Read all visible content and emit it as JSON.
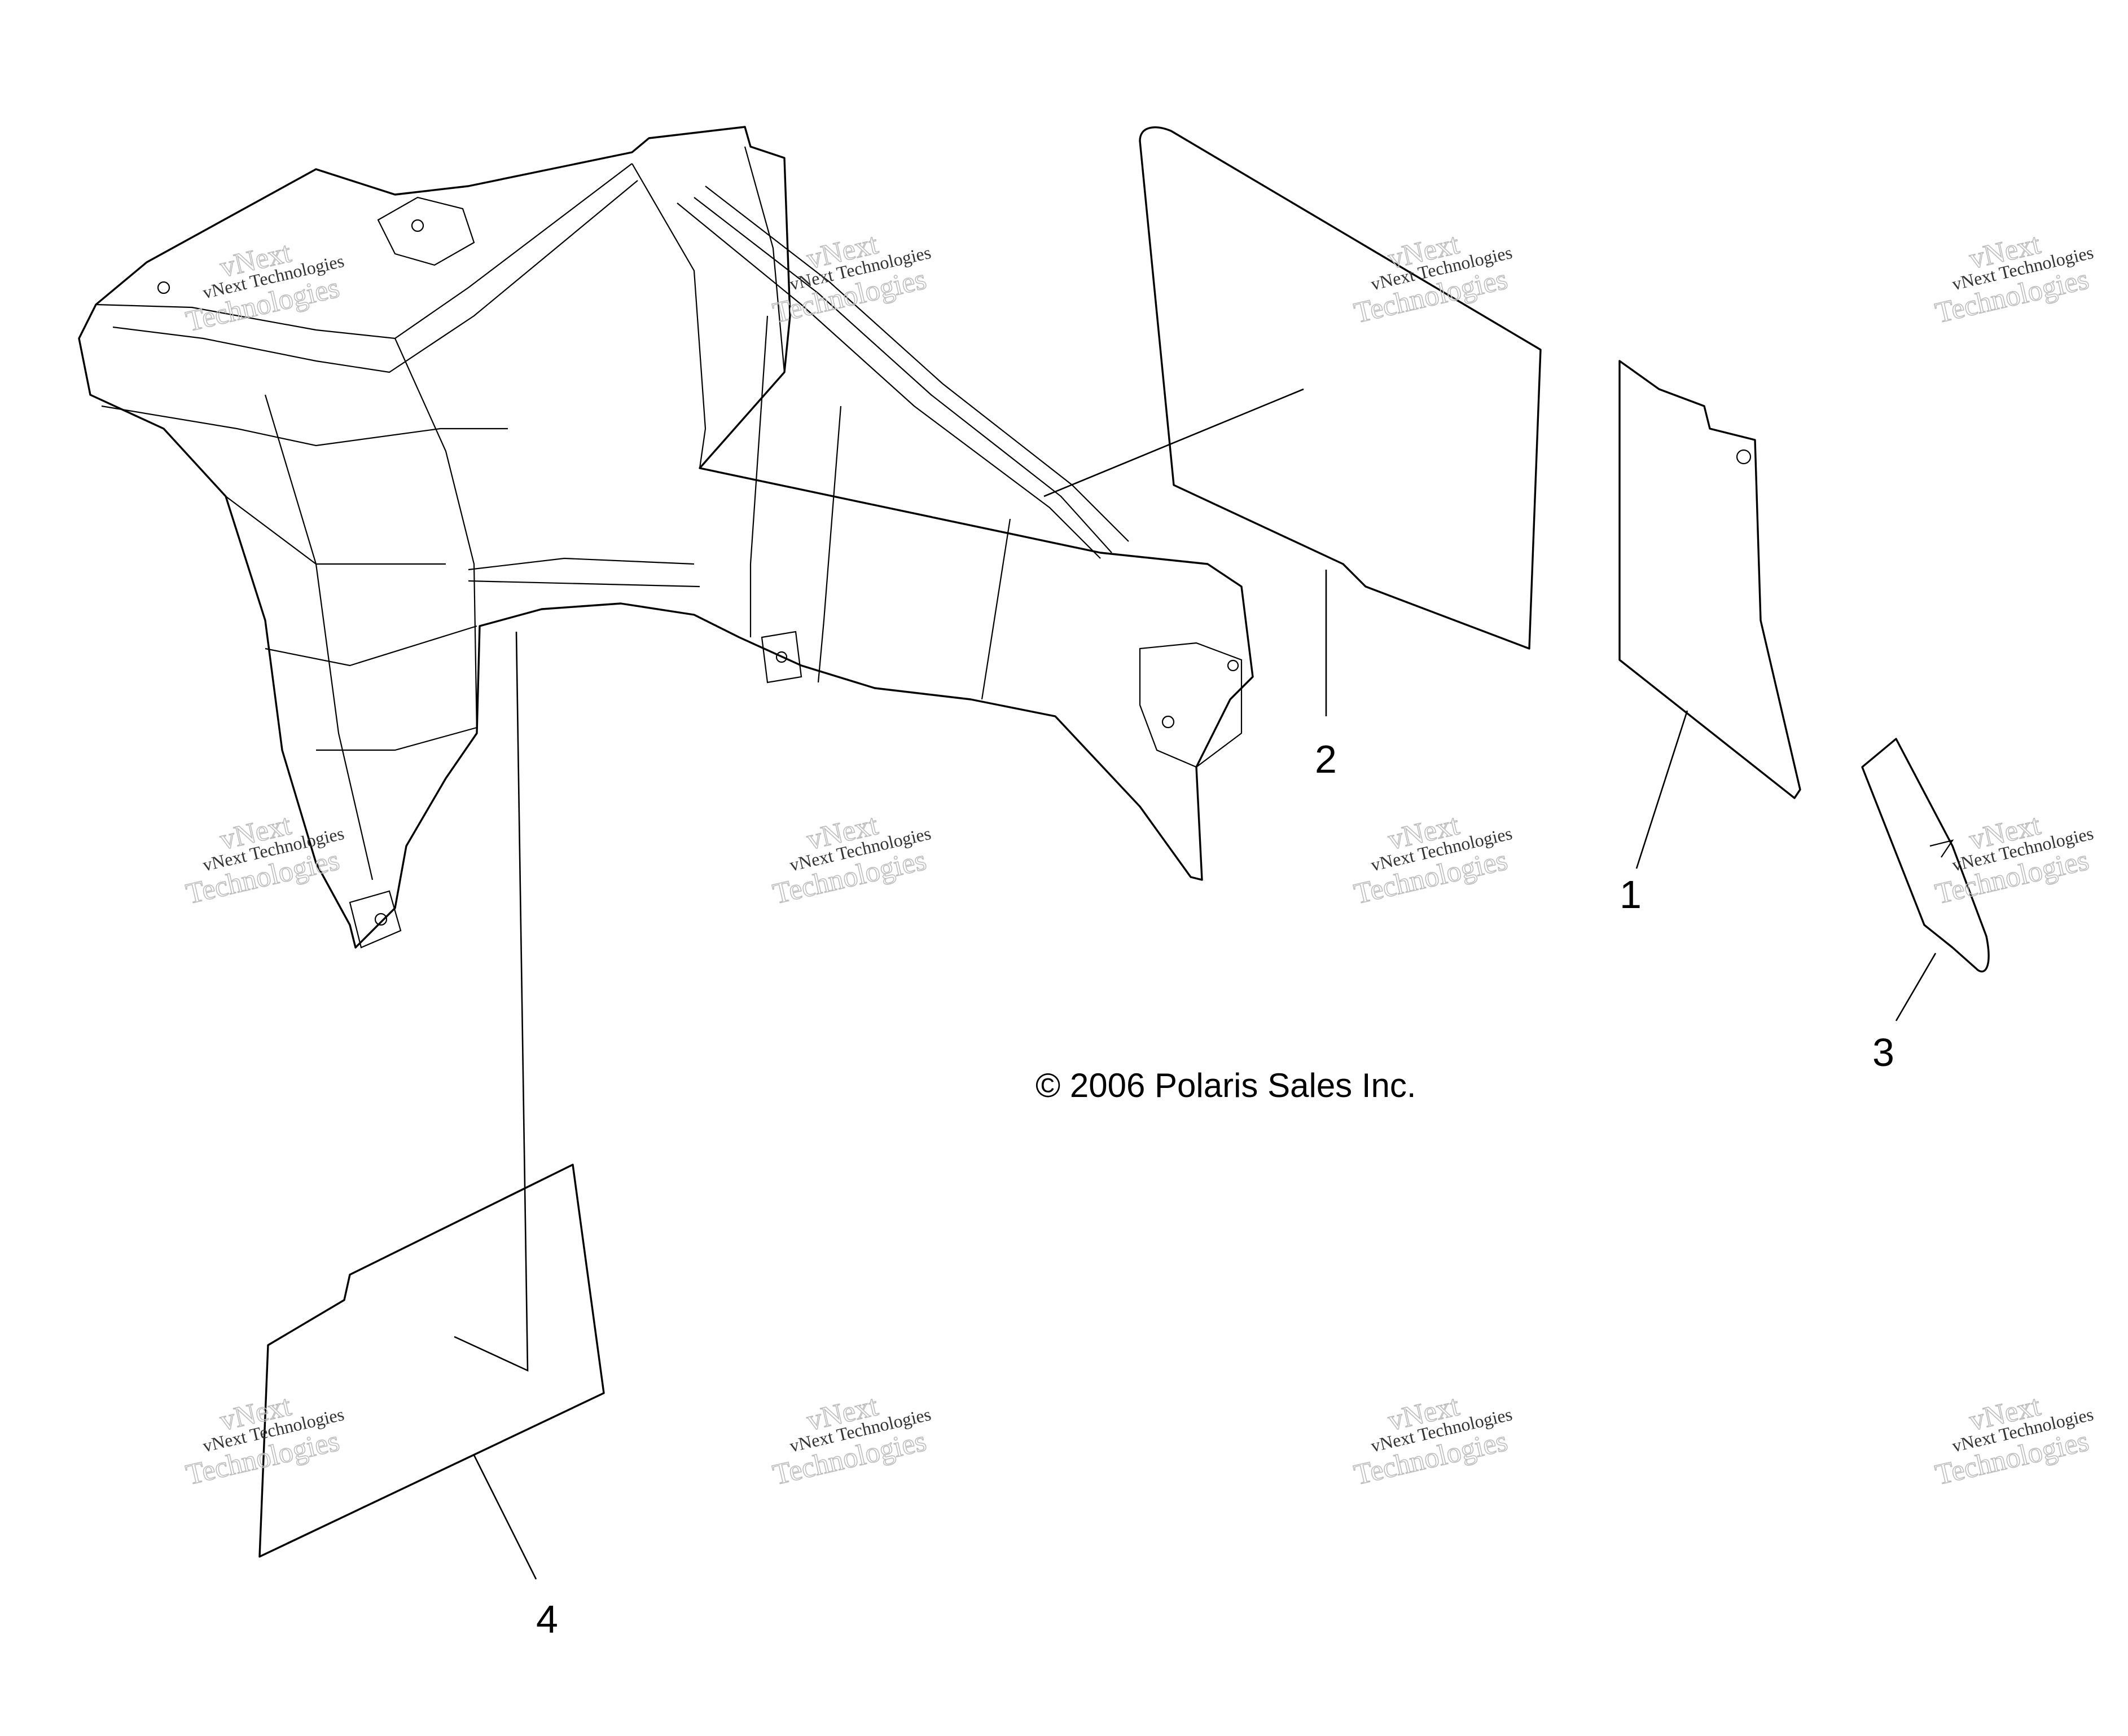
{
  "callouts": {
    "c1": "1",
    "c2": "2",
    "c3": "3",
    "c4": "4"
  },
  "copyright": "© 2006 Polaris Sales Inc.",
  "watermark": {
    "line1": "vNext Technologies",
    "line2": "vNext",
    "line3": "Technologies"
  }
}
